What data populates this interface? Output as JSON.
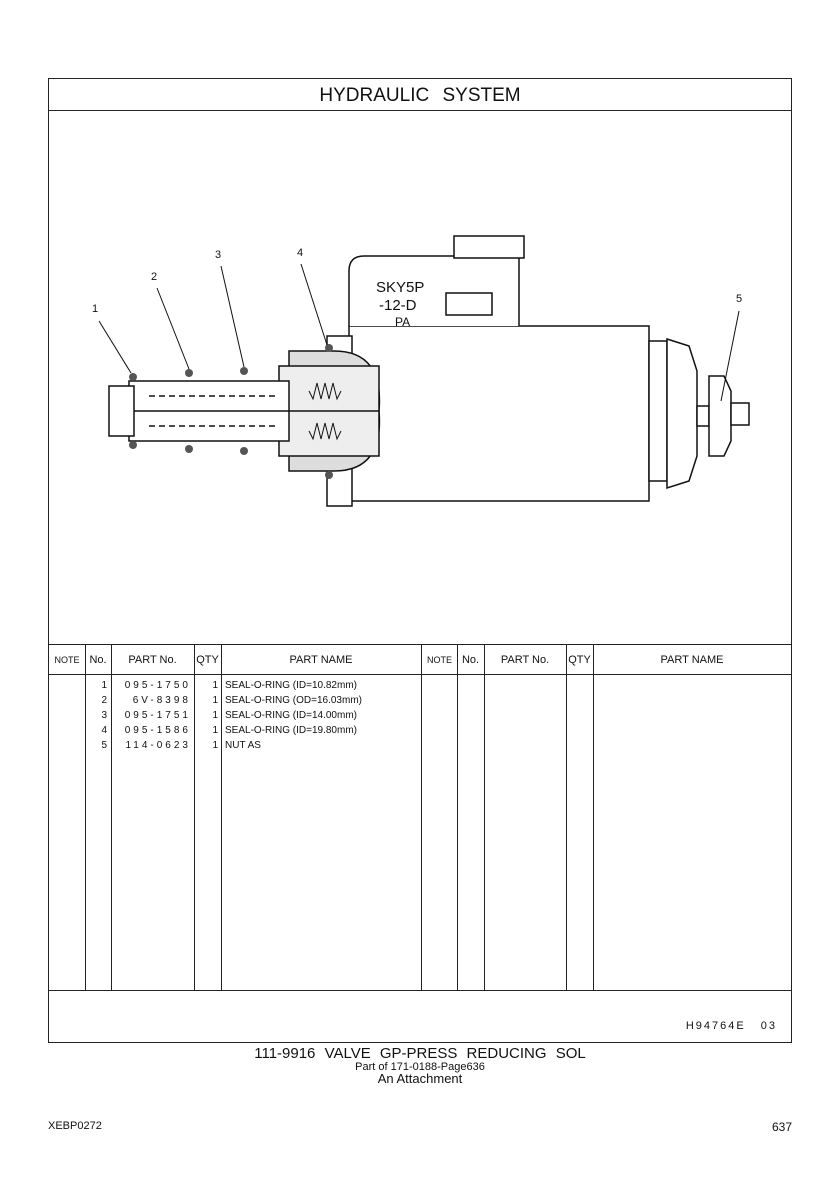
{
  "title": "HYDRAULIC SYSTEM",
  "drawing": {
    "callouts": [
      "1",
      "2",
      "3",
      "4",
      "5"
    ],
    "label_line1": "SKY5P",
    "label_line2": "-12-D",
    "label_line3": "PA"
  },
  "table": {
    "headers": [
      "NOTE",
      "No.",
      "PART No.",
      "QTY",
      "PART NAME"
    ],
    "rows": [
      {
        "no": "1",
        "part_no": "095-1750",
        "qty": "1",
        "name": "SEAL-O-RING (ID=10.82mm)"
      },
      {
        "no": "2",
        "part_no": "6V-8398",
        "qty": "1",
        "name": "SEAL-O-RING (OD=16.03mm)"
      },
      {
        "no": "3",
        "part_no": "095-1751",
        "qty": "1",
        "name": "SEAL-O-RING (ID=14.00mm)"
      },
      {
        "no": "4",
        "part_no": "095-1586",
        "qty": "1",
        "name": "SEAL-O-RING (ID=19.80mm)"
      },
      {
        "no": "5",
        "part_no": "114-0623",
        "qty": "1",
        "name": "NUT AS"
      }
    ]
  },
  "footer_code": "H94764E 03",
  "caption": {
    "main": "111-9916 VALVE GP-PRESS REDUCING SOL",
    "sub1": "Part of 171-0188-Page636",
    "sub2": "An Attachment"
  },
  "doc_id": "XEBP0272",
  "page_number": "637"
}
